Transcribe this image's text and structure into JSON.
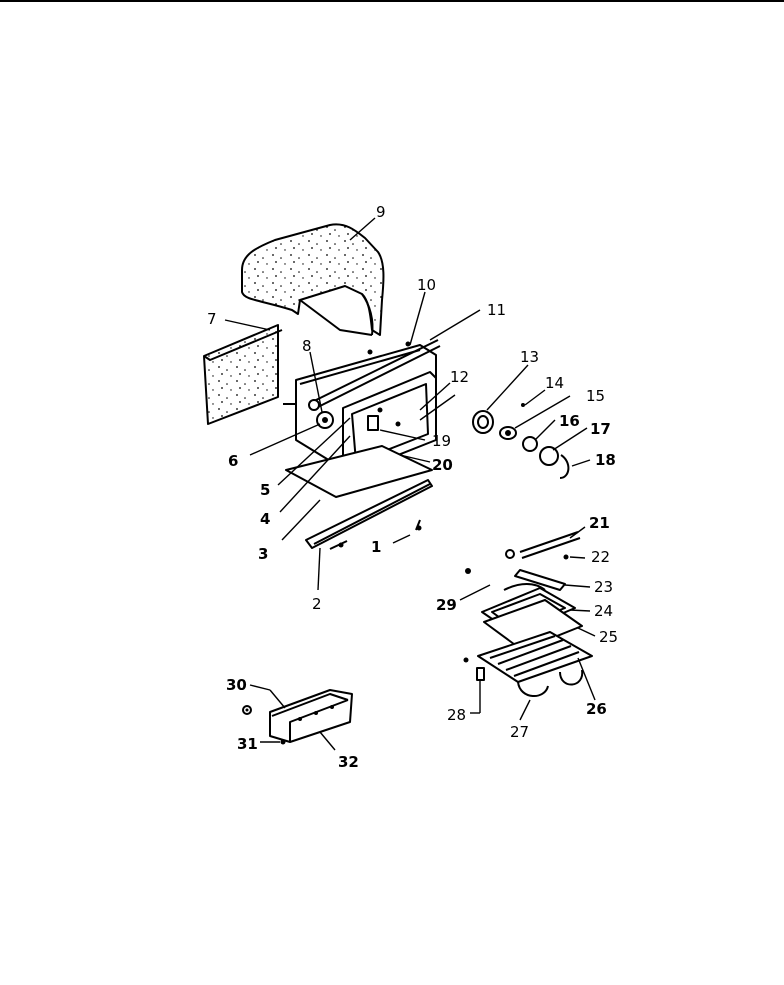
{
  "callouts": [
    {
      "id": "1",
      "text": "1"
    },
    {
      "id": "2",
      "text": "2"
    },
    {
      "id": "3",
      "text": "3"
    },
    {
      "id": "4",
      "text": "4"
    },
    {
      "id": "5",
      "text": "5"
    },
    {
      "id": "6",
      "text": "6"
    },
    {
      "id": "7",
      "text": "7"
    },
    {
      "id": "8",
      "text": "8"
    },
    {
      "id": "9",
      "text": "9"
    },
    {
      "id": "10",
      "text": "10"
    },
    {
      "id": "11",
      "text": "11"
    },
    {
      "id": "12",
      "text": "12"
    },
    {
      "id": "13",
      "text": "13"
    },
    {
      "id": "14",
      "text": "14"
    },
    {
      "id": "15",
      "text": "15"
    },
    {
      "id": "16",
      "text": "16"
    },
    {
      "id": "17",
      "text": "17"
    },
    {
      "id": "18",
      "text": "18"
    },
    {
      "id": "19",
      "text": "19"
    },
    {
      "id": "20",
      "text": "20"
    },
    {
      "id": "21",
      "text": "21"
    },
    {
      "id": "22",
      "text": "22"
    },
    {
      "id": "23",
      "text": "23"
    },
    {
      "id": "24",
      "text": "24"
    },
    {
      "id": "25",
      "text": "25"
    },
    {
      "id": "26",
      "text": "26"
    },
    {
      "id": "27",
      "text": "27"
    },
    {
      "id": "28",
      "text": "28"
    },
    {
      "id": "29",
      "text": "29"
    },
    {
      "id": "30",
      "text": "30"
    },
    {
      "id": "31",
      "text": "31"
    },
    {
      "id": "32",
      "text": "32"
    }
  ]
}
